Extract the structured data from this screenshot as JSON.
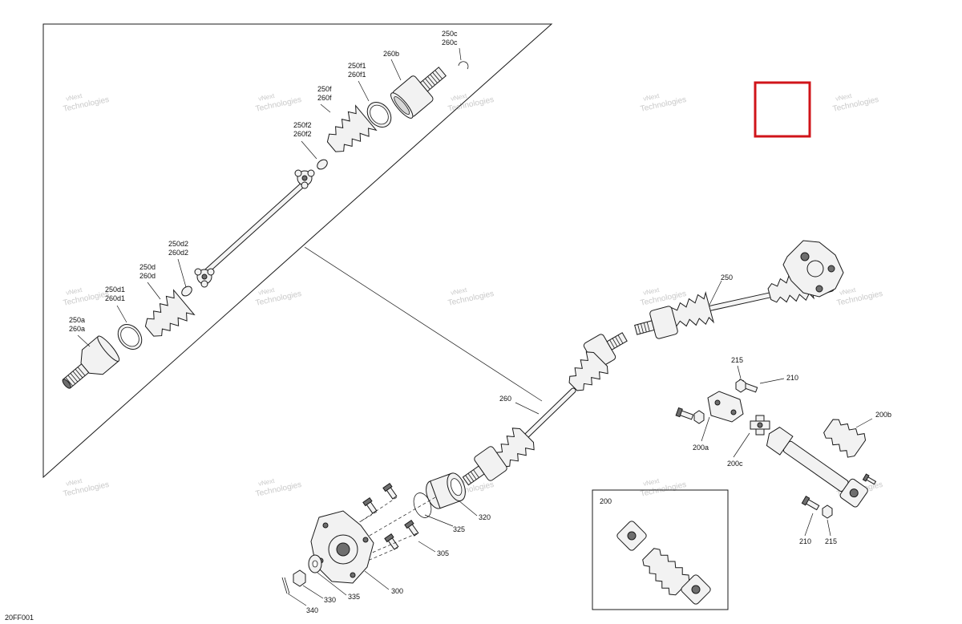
{
  "watermark": {
    "line1": "vNext",
    "line2": "Technologies"
  },
  "inset_box": {
    "title": "200"
  },
  "figure_id": "20FF001",
  "highlight_color": "#d0141a",
  "callouts": {
    "250c": [
      "250c",
      "260c"
    ],
    "260b": [
      "260b"
    ],
    "250f1": [
      "250f1",
      "260f1"
    ],
    "250f": [
      "250f",
      "260f"
    ],
    "250f2": [
      "250f2",
      "260f2"
    ],
    "250d2": [
      "250d2",
      "260d2"
    ],
    "250d": [
      "250d",
      "260d"
    ],
    "250d1": [
      "250d1",
      "260d1"
    ],
    "250a": [
      "250a",
      "260a"
    ],
    "250": [
      "250"
    ],
    "260": [
      "260"
    ],
    "215_top": [
      "215"
    ],
    "210_top": [
      "210"
    ],
    "200b": [
      "200b"
    ],
    "200a": [
      "200a"
    ],
    "200c": [
      "200c"
    ],
    "210_bottom": [
      "210"
    ],
    "215_bottom": [
      "215"
    ],
    "320": [
      "320"
    ],
    "325": [
      "325"
    ],
    "305": [
      "305"
    ],
    "300": [
      "300"
    ],
    "335": [
      "335"
    ],
    "330": [
      "330"
    ],
    "340": [
      "340"
    ]
  }
}
